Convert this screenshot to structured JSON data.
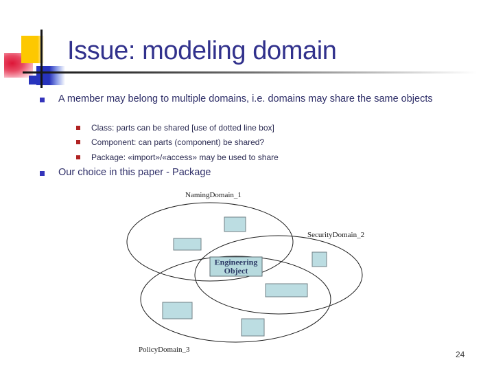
{
  "title": "Issue: modeling domain",
  "page_number": "24",
  "bullets": {
    "item1": "A member may belong to multiple domains, i.e. domains may share the same objects",
    "item1_sub": [
      "Class: parts can be shared [use of dotted line box]",
      "Component: can parts (component) be shared?",
      "Package: «import»/«access» may be used to share"
    ],
    "item2": "Our choice in this paper - Package"
  },
  "diagram": {
    "domains": [
      {
        "label": "NamingDomain_1"
      },
      {
        "label": "SecurityDomain_2"
      },
      {
        "label": "PolicyDomain_3"
      }
    ],
    "engineering_object": {
      "line1": "Engineering",
      "line2": "Object"
    },
    "unlabeled_object_count": 6
  },
  "colors": {
    "title_text": "#31318c",
    "body_text": "#2e2e68",
    "bullet_level1": "#3434bb",
    "bullet_level2": "#b02222",
    "object_fill": "#bcdde2",
    "object_border": "#708085",
    "logo_yellow": "#fdc800",
    "logo_red": "#dd1537",
    "logo_blue": "#2733bd"
  }
}
